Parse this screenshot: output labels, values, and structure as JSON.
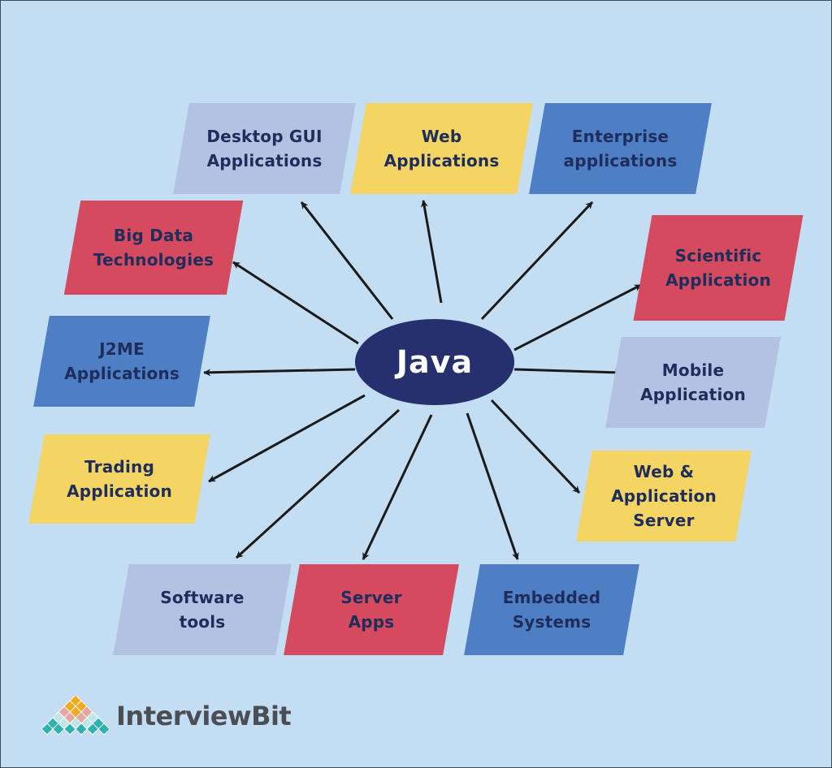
{
  "hub": {
    "label": "Java",
    "color": "#27306e"
  },
  "colors": {
    "lavender": "#b3c2e3",
    "yellow": "#f4d462",
    "blue": "#4e7fc4",
    "red": "#d44a5f",
    "arrow": "#1a1a1a",
    "background": "#c3ddf2"
  },
  "nodes": [
    {
      "id": "desktop-gui",
      "lines": [
        "Desktop GUI",
        "Applications"
      ],
      "color": "lavender"
    },
    {
      "id": "web-applications",
      "lines": [
        "Web",
        "Applications"
      ],
      "color": "yellow"
    },
    {
      "id": "enterprise",
      "lines": [
        "Enterprise",
        "applications"
      ],
      "color": "blue"
    },
    {
      "id": "big-data",
      "lines": [
        "Big Data",
        "Technologies"
      ],
      "color": "red"
    },
    {
      "id": "scientific",
      "lines": [
        "Scientific",
        "Application"
      ],
      "color": "red"
    },
    {
      "id": "j2me",
      "lines": [
        "J2ME",
        "Applications"
      ],
      "color": "blue"
    },
    {
      "id": "mobile",
      "lines": [
        "Mobile",
        "Application"
      ],
      "color": "lavender"
    },
    {
      "id": "trading",
      "lines": [
        "Trading",
        "Application"
      ],
      "color": "yellow"
    },
    {
      "id": "web-app-server",
      "lines": [
        "Web &",
        "Application",
        "Server"
      ],
      "color": "yellow"
    },
    {
      "id": "software-tools",
      "lines": [
        "Software",
        "tools"
      ],
      "color": "lavender"
    },
    {
      "id": "server-apps",
      "lines": [
        "Server",
        "Apps"
      ],
      "color": "red"
    },
    {
      "id": "embedded",
      "lines": [
        "Embedded",
        "Systems"
      ],
      "color": "blue"
    }
  ],
  "logo": {
    "text": "InterviewBit"
  }
}
